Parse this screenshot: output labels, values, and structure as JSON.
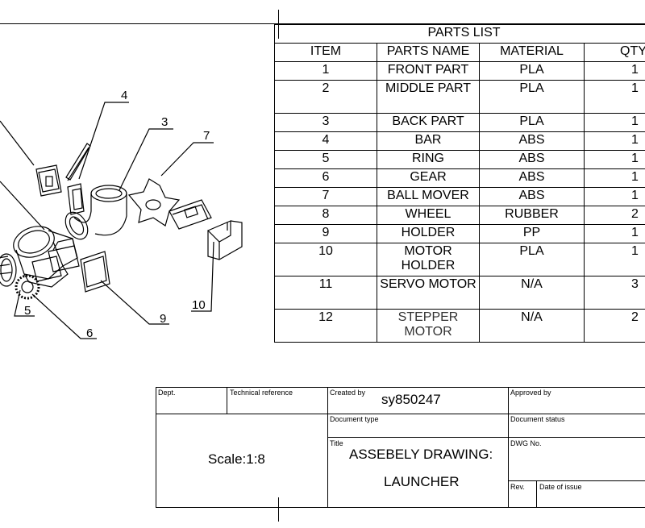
{
  "parts_list": {
    "title": "PARTS LIST",
    "headers": [
      "ITEM",
      "PARTS NAME",
      "MATERIAL",
      "QTY"
    ],
    "rows": [
      {
        "item": "1",
        "name": "FRONT PART",
        "material": "PLA",
        "qty": "1"
      },
      {
        "item": "2",
        "name": "MIDDLE PART",
        "material": "PLA",
        "qty": "1"
      },
      {
        "item": "3",
        "name": "BACK PART",
        "material": "PLA",
        "qty": "1"
      },
      {
        "item": "4",
        "name": "BAR",
        "material": "ABS",
        "qty": "1"
      },
      {
        "item": "5",
        "name": "RING",
        "material": "ABS",
        "qty": "1"
      },
      {
        "item": "6",
        "name": "GEAR",
        "material": "ABS",
        "qty": "1"
      },
      {
        "item": "7",
        "name": "BALL MOVER",
        "material": "ABS",
        "qty": "1"
      },
      {
        "item": "8",
        "name": "WHEEL",
        "material": "RUBBER",
        "qty": "2"
      },
      {
        "item": "9",
        "name": "HOLDER",
        "material": "PP",
        "qty": "1"
      },
      {
        "item": "10",
        "name": "MOTOR HOLDER",
        "material": "PLA",
        "qty": "1"
      },
      {
        "item": "11",
        "name": "SERVO MOTOR",
        "material": "N/A",
        "qty": "3"
      },
      {
        "item": "12",
        "name": "STEPPER MOTOR",
        "material": "N/A",
        "qty": "2"
      }
    ]
  },
  "balloons": [
    "4",
    "3",
    "7",
    "5",
    "6",
    "9",
    "10"
  ],
  "title_block": {
    "dept_label": "Dept.",
    "tech_ref_label": "Technical reference",
    "created_by_label": "Created by",
    "created_by": "sy850247",
    "approved_by_label": "Approved by",
    "doc_type_label": "Document type",
    "doc_status_label": "Document status",
    "title_label": "Title",
    "title_line1": "ASSEBELY DRAWING:",
    "title_line2": "LAUNCHER",
    "dwg_no_label": "DWG No.",
    "rev_label": "Rev.",
    "date_label": "Date of issue",
    "scale": "Scale:1:8"
  }
}
